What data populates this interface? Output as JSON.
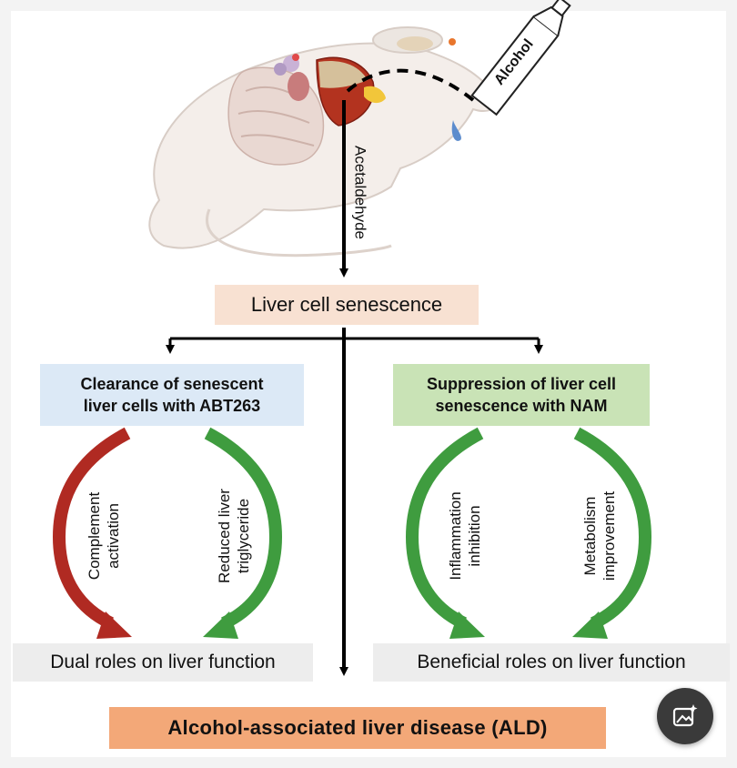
{
  "top_illustration": {
    "bottle_label": "Alcohol",
    "metabolite_label": "Acetaldehyde"
  },
  "center": {
    "senescence_label": "Liver cell senescence"
  },
  "left_branch": {
    "title_line1": "Clearance of senescent",
    "title_line2": "liver cells with ABT263",
    "arrow_left_line1": "Complement",
    "arrow_left_line2": "activation",
    "arrow_right_line1": "Reduced liver",
    "arrow_right_line2": "triglyceride",
    "result": "Dual roles on liver function"
  },
  "right_branch": {
    "title_line1": "Suppression of liver cell",
    "title_line2": "senescence with NAM",
    "arrow_left_line1": "Inflammation",
    "arrow_left_line2": "inhibition",
    "arrow_right_line1": "Metabolism",
    "arrow_right_line2": "improvement",
    "result": "Beneficial roles on liver function"
  },
  "bottom": {
    "outcome": "Alcohol-associated liver disease (ALD)"
  },
  "colors": {
    "red_arrow": "#b02a22",
    "green_arrow": "#3f9c3f",
    "senescence_box": "#f8e1d2",
    "clearance_box": "#dce9f6",
    "suppression_box": "#c9e3b6",
    "outcome_box": "#f3a878",
    "result_box": "#ededed"
  },
  "floating_button": {
    "icon": "image-sparkle-icon"
  }
}
